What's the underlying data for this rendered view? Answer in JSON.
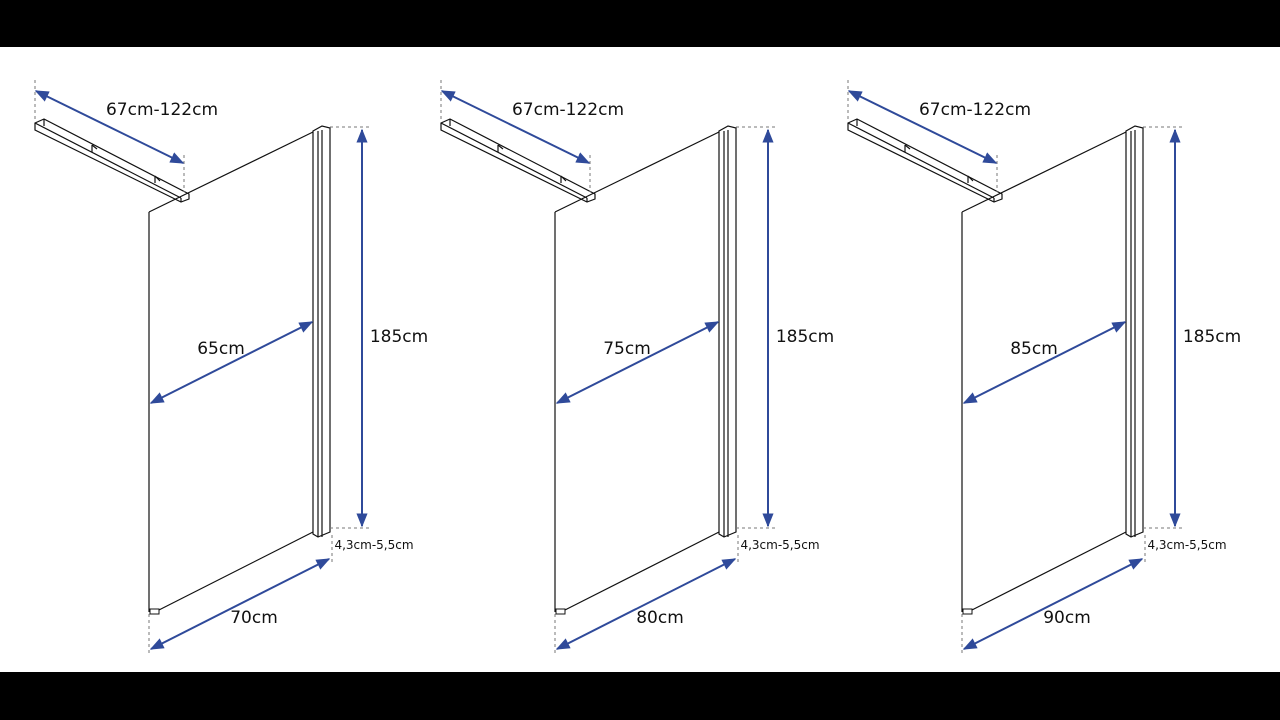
{
  "colors": {
    "dimension": "#2f4a9a",
    "outline": "#111111",
    "background": "#ffffff",
    "letterbox": "#000000"
  },
  "panels": [
    {
      "rail_length": "67cm-122cm",
      "height": "185cm",
      "glass_width": "65cm",
      "total_width": "70cm",
      "profile_adjust": "4,3cm-5,5cm"
    },
    {
      "rail_length": "67cm-122cm",
      "height": "185cm",
      "glass_width": "75cm",
      "total_width": "80cm",
      "profile_adjust": "4,3cm-5,5cm"
    },
    {
      "rail_length": "67cm-122cm",
      "height": "185cm",
      "glass_width": "85cm",
      "total_width": "90cm",
      "profile_adjust": "4,3cm-5,5cm"
    }
  ]
}
